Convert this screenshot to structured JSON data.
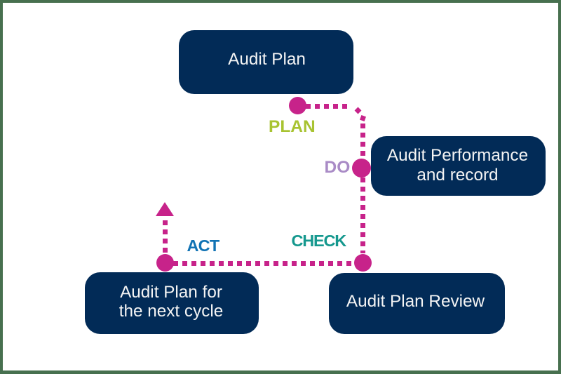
{
  "diagram": {
    "boxes": {
      "audit_plan": {
        "label": "Audit Plan"
      },
      "audit_performance": {
        "lines": [
          "Audit Performance",
          "and record"
        ]
      },
      "audit_plan_review": {
        "label": "Audit Plan Review"
      },
      "audit_plan_next": {
        "lines": [
          "Audit Plan for",
          "the next cycle"
        ]
      }
    },
    "labels": {
      "plan": "PLAN",
      "do": "DO",
      "check": "CHECK",
      "act": "ACT"
    },
    "colors": {
      "box_fill": "#022b57",
      "box_text": "#f4f4f4",
      "path_magenta": "#c7238a",
      "label_plan": "#a8c331",
      "label_do": "#a98bc6",
      "label_check": "#15988e",
      "label_act": "#1173b4",
      "edge_ring": "#47704f",
      "background": "#ffffff"
    }
  }
}
